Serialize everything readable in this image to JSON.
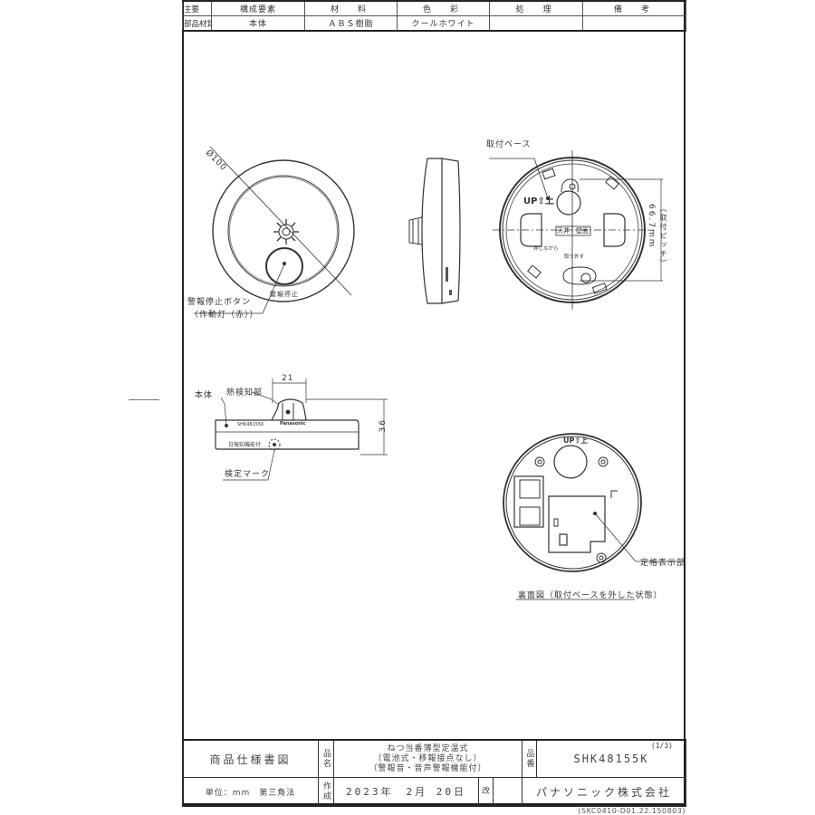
{
  "parts_table": {
    "row_header_1": "主要",
    "row_header_2": "部品材質",
    "columns": [
      "構成要素",
      "材　料",
      "色　彩",
      "処　理",
      "備　考"
    ],
    "rows": [
      {
        "component": "本体",
        "material": "ＡＢＳ樹脂",
        "color": "クールホワイト",
        "treatment": "",
        "remarks": ""
      }
    ]
  },
  "views": {
    "front": {
      "diameter_label": "Ø100",
      "button_text": "警報停止",
      "callout_line1": "警報停止ボタン",
      "callout_line2": "（作動灯（赤））"
    },
    "mount_base": {
      "callout": "取付ベース",
      "up_label": "UP⇧上",
      "ceiling_wall_label": "天井｜壁面",
      "push_label": "押しながら",
      "rotate_label": "取り外す",
      "pitch_dimension": "66.7mm",
      "pitch_label": "（取付ピッチ）"
    },
    "elevation": {
      "body_label": "本体",
      "sensor_label": "熱検知部",
      "sensor_width": "21",
      "height_dimension": "36",
      "inspection_label": "検定マーク",
      "brand_text": "Panasonic",
      "model_text": "SHK48155K"
    },
    "back": {
      "up_label": "UP⇧上",
      "rating_label": "定格表示部",
      "caption": "裏面図（取付ベースを外した状態）"
    }
  },
  "title_block": {
    "doc_title": "商品仕様書図",
    "name_label": "品名",
    "product_name_line1": "ねつ当番薄型定温式",
    "product_name_line2": "（電池式・移報接点なし）",
    "product_name_line3": "（警報音・音声警報機能付）",
    "number_label": "品番",
    "page": "(1/3)",
    "product_number": "SHK48155K",
    "unit": "単位：mm　第三角法",
    "created_label": "作成",
    "date": "2023年　2月 20日",
    "revision_label": "改",
    "revision_value": "",
    "company": "パナソニック株式会社"
  },
  "footer_code": "(SKC0410-D01.22.150803)"
}
